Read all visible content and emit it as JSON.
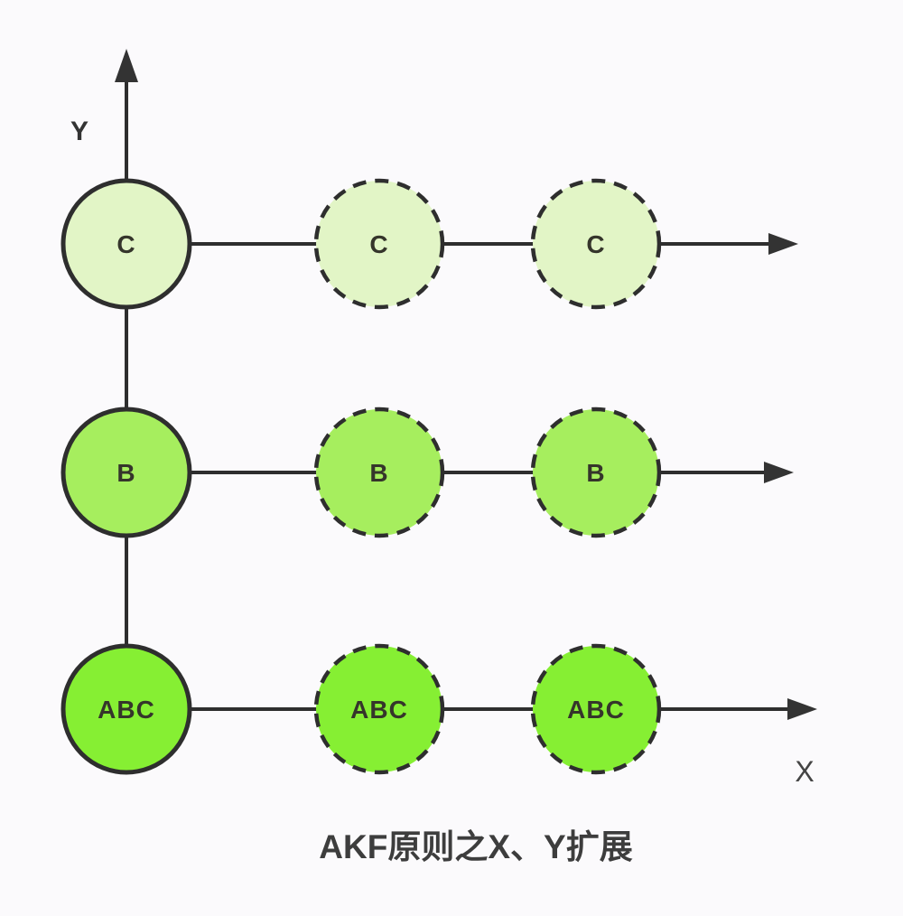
{
  "title": "AKF原则之X、Y扩展",
  "axis": {
    "x_label": "X",
    "y_label": "Y"
  },
  "colors": {
    "background": "#fbfafc",
    "stroke": "#2e2e2e",
    "node_text": "#35352b",
    "row_c_fill": "#e2f5c6",
    "row_b_fill": "#a6ee5e",
    "row_abc_fill": "#86ef33"
  },
  "rows": [
    {
      "name": "C",
      "nodes": [
        "C",
        "C",
        "C"
      ]
    },
    {
      "name": "B",
      "nodes": [
        "B",
        "B",
        "B"
      ]
    },
    {
      "name": "ABC",
      "nodes": [
        "ABC",
        "ABC",
        "ABC"
      ]
    }
  ]
}
